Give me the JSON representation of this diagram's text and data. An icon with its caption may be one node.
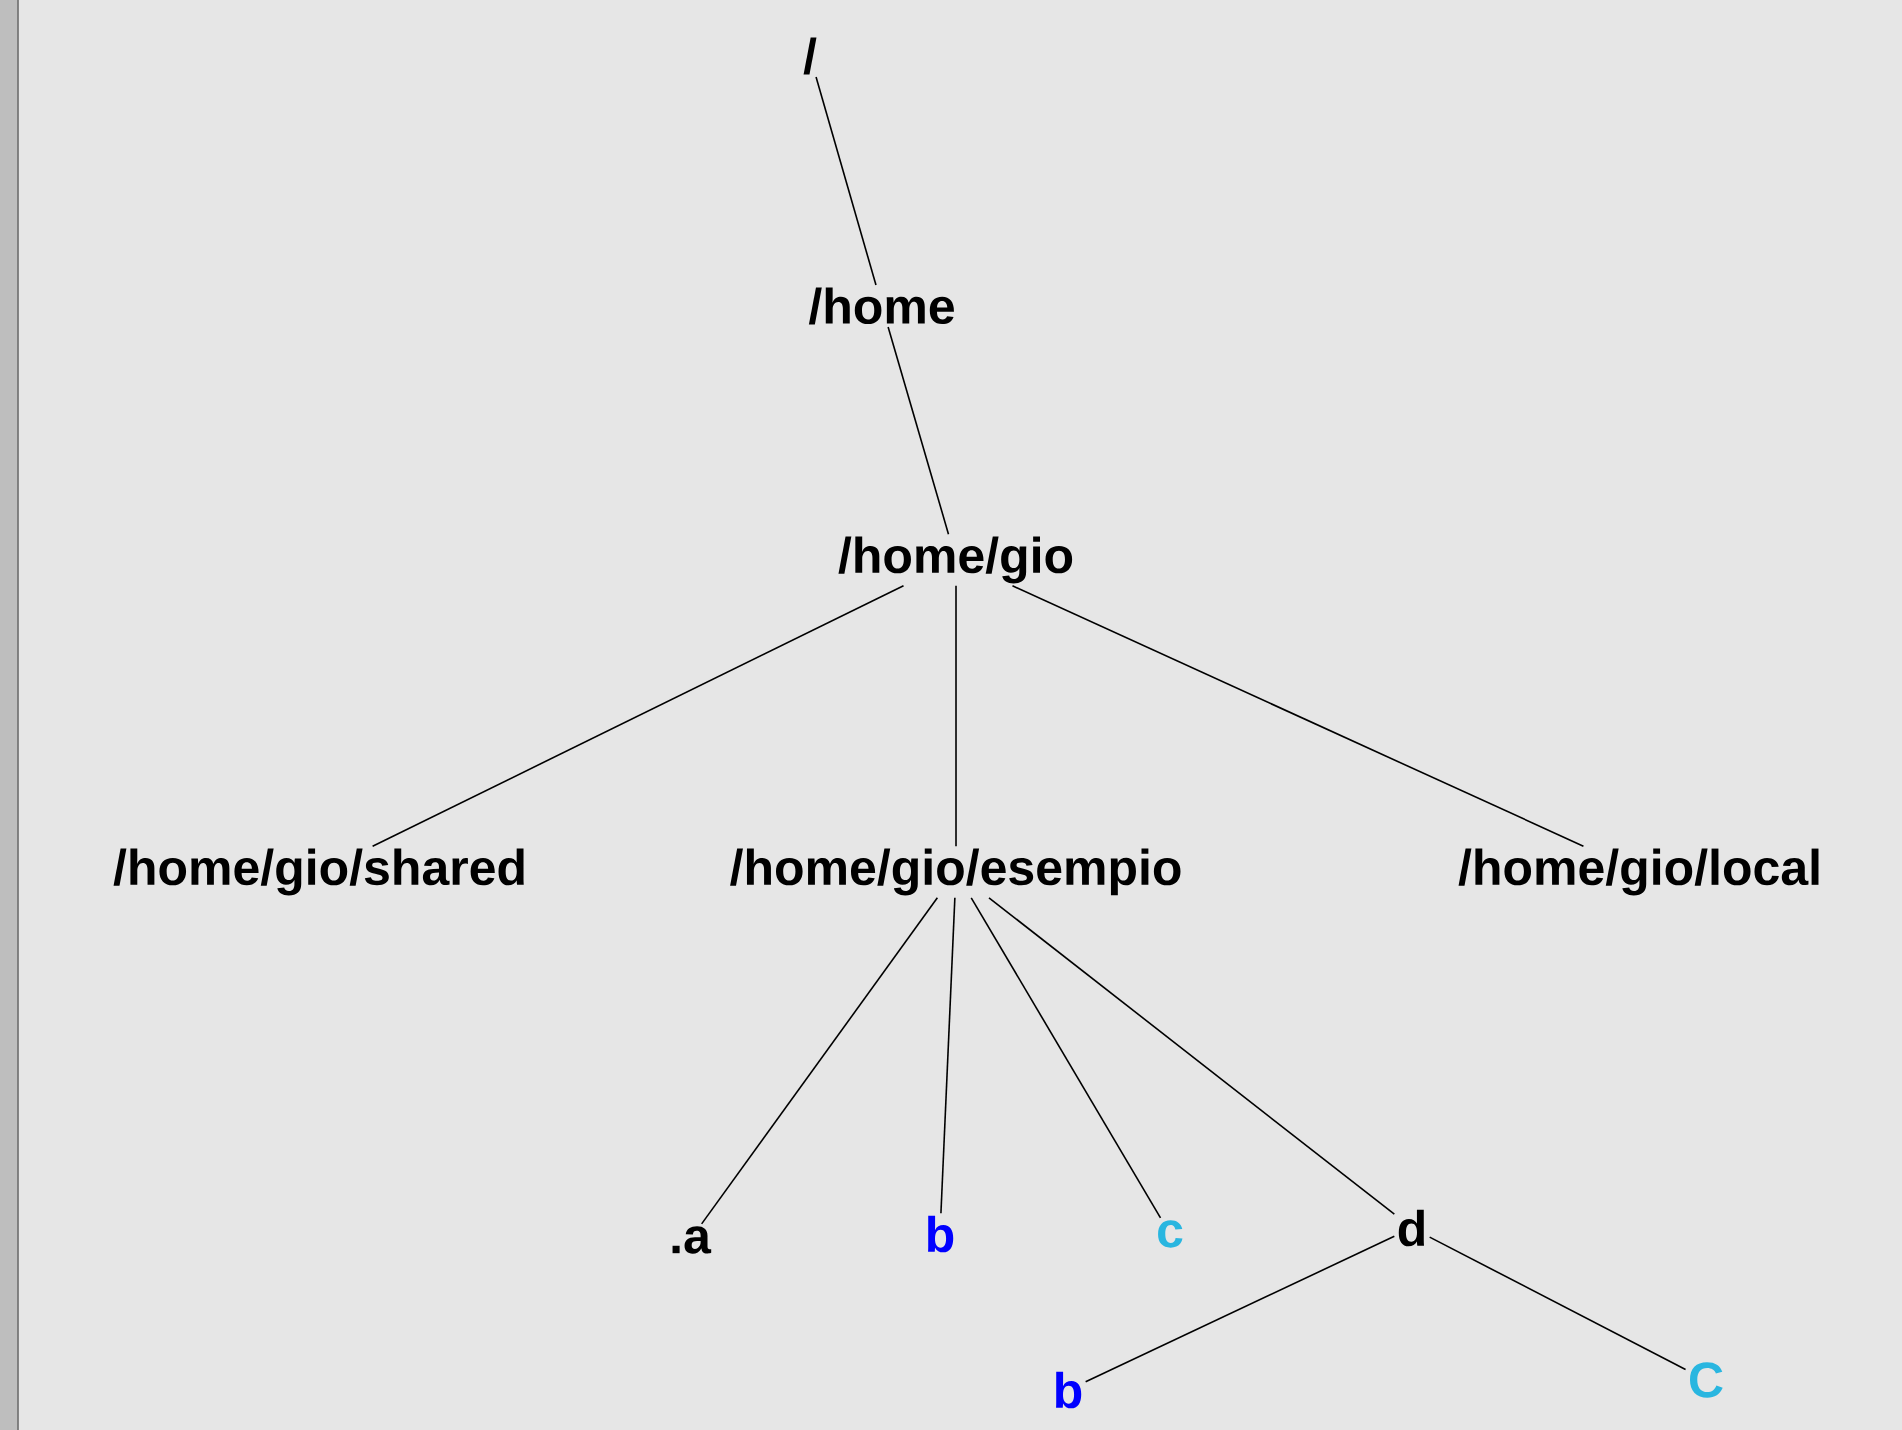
{
  "diagram": {
    "nodes": [
      {
        "text": [
          "/"
        ]
      },
      {
        "text": [
          "/home"
        ]
      },
      {
        "text": [
          "/home/gio"
        ]
      },
      {
        "text": [
          "/home/gio/shared"
        ]
      },
      {
        "text": [
          "/home/gio/esempio"
        ]
      },
      {
        "text": [
          "/home/gio/local"
        ]
      },
      {
        "text": [
          ".a"
        ]
      },
      {
        "text": [
          "b"
        ]
      },
      {
        "text": [
          "c"
        ]
      },
      {
        "text": [
          "d"
        ]
      },
      {
        "text": [
          "b"
        ]
      },
      {
        "text": [
          "C"
        ]
      }
    ],
    "edges": [
      {
        "from": 0,
        "to": 1,
        "arrow": "none"
      },
      {
        "from": 1,
        "to": 2,
        "arrow": "none"
      },
      {
        "from": 2,
        "to": 3,
        "arrow": "none"
      },
      {
        "from": 2,
        "to": 4,
        "arrow": "none"
      },
      {
        "from": 2,
        "to": 5,
        "arrow": "none"
      },
      {
        "from": 4,
        "to": 6,
        "arrow": "none"
      },
      {
        "from": 4,
        "to": 7,
        "arrow": "none"
      },
      {
        "from": 4,
        "to": 8,
        "arrow": "none"
      },
      {
        "from": 4,
        "to": 9,
        "arrow": "none"
      },
      {
        "from": 9,
        "to": 10,
        "arrow": "none"
      },
      {
        "from": 9,
        "to": 11,
        "arrow": "none"
      }
    ]
  }
}
